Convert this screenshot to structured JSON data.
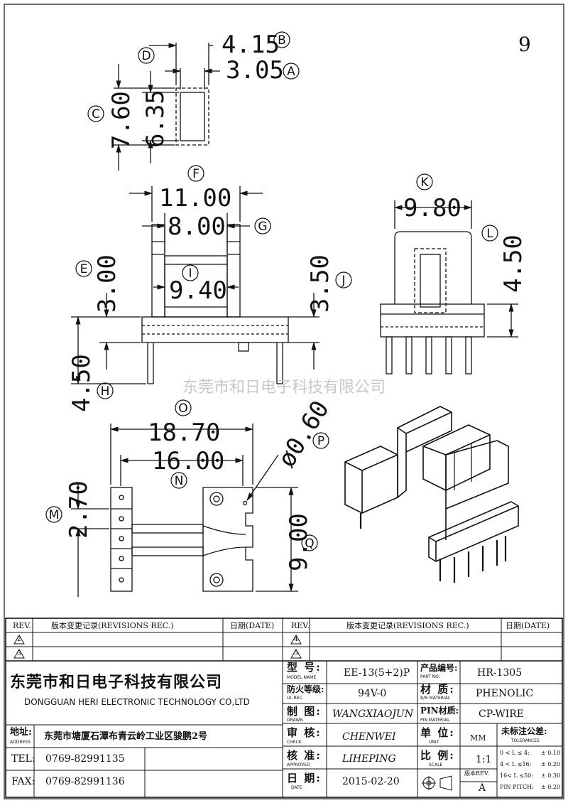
{
  "sheet_number": "9",
  "watermark": "东莞市和日电子科技有限公司",
  "dimensions": {
    "A": {
      "callout": "A",
      "value": "3.05"
    },
    "B": {
      "callout": "B",
      "value": "4.15"
    },
    "C": {
      "callout": "C",
      "value": "7.60"
    },
    "D": {
      "callout": "D",
      "value": "6.35"
    },
    "E": {
      "callout": "E",
      "value": "3.00"
    },
    "F": {
      "callout": "F",
      "value": "11.00"
    },
    "G": {
      "callout": "G",
      "value": "8.00"
    },
    "H": {
      "callout": "H",
      "value": "4.50"
    },
    "I": {
      "callout": "I",
      "value": "9.40"
    },
    "J": {
      "callout": "J",
      "value": "3.50"
    },
    "K": {
      "callout": "K",
      "value": "9.80"
    },
    "L": {
      "callout": "L",
      "value": "4.50"
    },
    "M": {
      "callout": "M",
      "value": "2.70"
    },
    "N": {
      "callout": "N",
      "value": "16.00"
    },
    "O": {
      "callout": "O",
      "value": "18.70"
    },
    "P": {
      "callout": "P",
      "value": "ø0.60"
    },
    "Q": {
      "callout": "Q",
      "value": "9.00"
    }
  },
  "title_block": {
    "revisions": {
      "rev_header": "REV.",
      "rec_header": "版本变更记录(REVISIONS REC.)",
      "date_header": "日期(DATE)",
      "rows_left": [
        "2",
        "3"
      ],
      "rows_right": [
        "4",
        "5"
      ]
    },
    "company": {
      "name_cn": "东莞市和日电子科技有限公司",
      "name_en": "DONGGUAN HERI ELECTRONIC TECHNOLOGY CO,LTD",
      "address_label": "地址:",
      "address_label_en": "ADDRESS",
      "address": "东莞市塘厦石潭布青云岭工业区骏鹏2号",
      "tel_label": "TEL:",
      "tel": "0769-82991135",
      "fax_label": "FAX:",
      "fax": "0769-82991136"
    },
    "fields": {
      "model_label": "型 号:",
      "model_label_en": "MODEL NAME",
      "model": "EE-13(5+2)P",
      "part_label": "产品编号:",
      "part_label_en": "PART NO:",
      "part_no": "HR-1305",
      "ul_label": "防火等级:",
      "ul_label_en": "UL REC.",
      "ul": "94V-0",
      "material_label": "材 质:",
      "material_label_en": "B/N MATERIAL",
      "material": "PHENOLIC",
      "drawn_label": "制 图:",
      "drawn_label_en": "DRAWN",
      "drawn": "WANGXIAOJUN",
      "pin_label": "PIN材质:",
      "pin_label_en": "PIN MATERIAL",
      "pin_material": "CP-WIRE",
      "check_label": "审 核:",
      "check_label_en": "CHECK",
      "check": "CHENWEI",
      "unit_label": "单 位:",
      "unit_label_en": "UNIT",
      "unit": "MM",
      "approved_label": "核 准:",
      "approved_label_en": "APPROVED",
      "approved": "LIHEPING",
      "scale_label": "比 例:",
      "scale_label_en": "SCALE",
      "scale": "1:1",
      "date_label": "日 期:",
      "date_label_en": "DATE",
      "date": "2015-02-20",
      "rev_label": "版本REV.",
      "rev": "A",
      "tol_label": "未标注公差:",
      "tol_label_en": "TOLERANCES",
      "tolerances": [
        {
          "range": "0 < L ≤ 4:",
          "value": "± 0.10"
        },
        {
          "range": "4 < L ≤16:",
          "value": "± 0.20"
        },
        {
          "range": "16< L ≤50:",
          "value": "± 0.30"
        },
        {
          "range": "PIN PITCH:",
          "value": "± 0.20"
        }
      ]
    }
  }
}
